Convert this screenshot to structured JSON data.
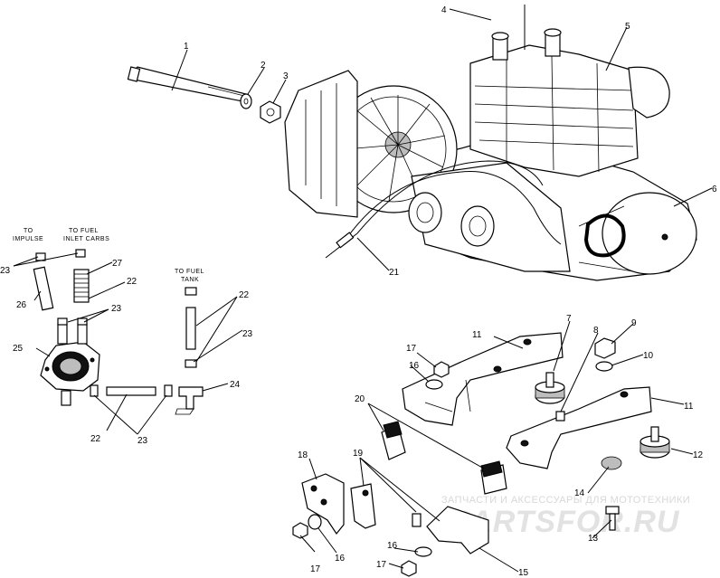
{
  "watermark": {
    "caption": "ЗАПЧАСТИ И АКСЕССУАРЫ ДЛЯ МОТОТЕХНИКИ",
    "brand": "PARTSFOR.RU"
  },
  "annotations": {
    "to_impulse": [
      "TO",
      "IMPULSE"
    ],
    "to_fuel_inlet": [
      "TO FUEL",
      "INLET CARBS"
    ],
    "to_fuel_tank": [
      "TO FUEL",
      "TANK"
    ]
  },
  "labels": {
    "n1": "1",
    "n2": "2",
    "n3": "3",
    "n4": "4",
    "n5": "5",
    "n6": "6",
    "n7": "7",
    "n8": "8",
    "n9": "9",
    "n10": "10",
    "n11a": "11",
    "n11b": "11",
    "n12": "12",
    "n13": "13",
    "n14": "14",
    "n15": "15",
    "n16a": "16",
    "n16b": "16",
    "n16c": "16",
    "n17a": "17",
    "n17b": "17",
    "n17c": "17",
    "n18": "18",
    "n19": "19",
    "n20": "20",
    "n21": "21",
    "n22a": "22",
    "n22b": "22",
    "n22c": "22",
    "n23a": "23",
    "n23b": "23",
    "n23c": "23",
    "n23d": "23",
    "n24": "24",
    "n25": "25",
    "n26": "26",
    "n27": "27"
  },
  "icons": [
    "engine-assembly-icon",
    "fuel-pump-icon",
    "motor-mount-icon"
  ]
}
